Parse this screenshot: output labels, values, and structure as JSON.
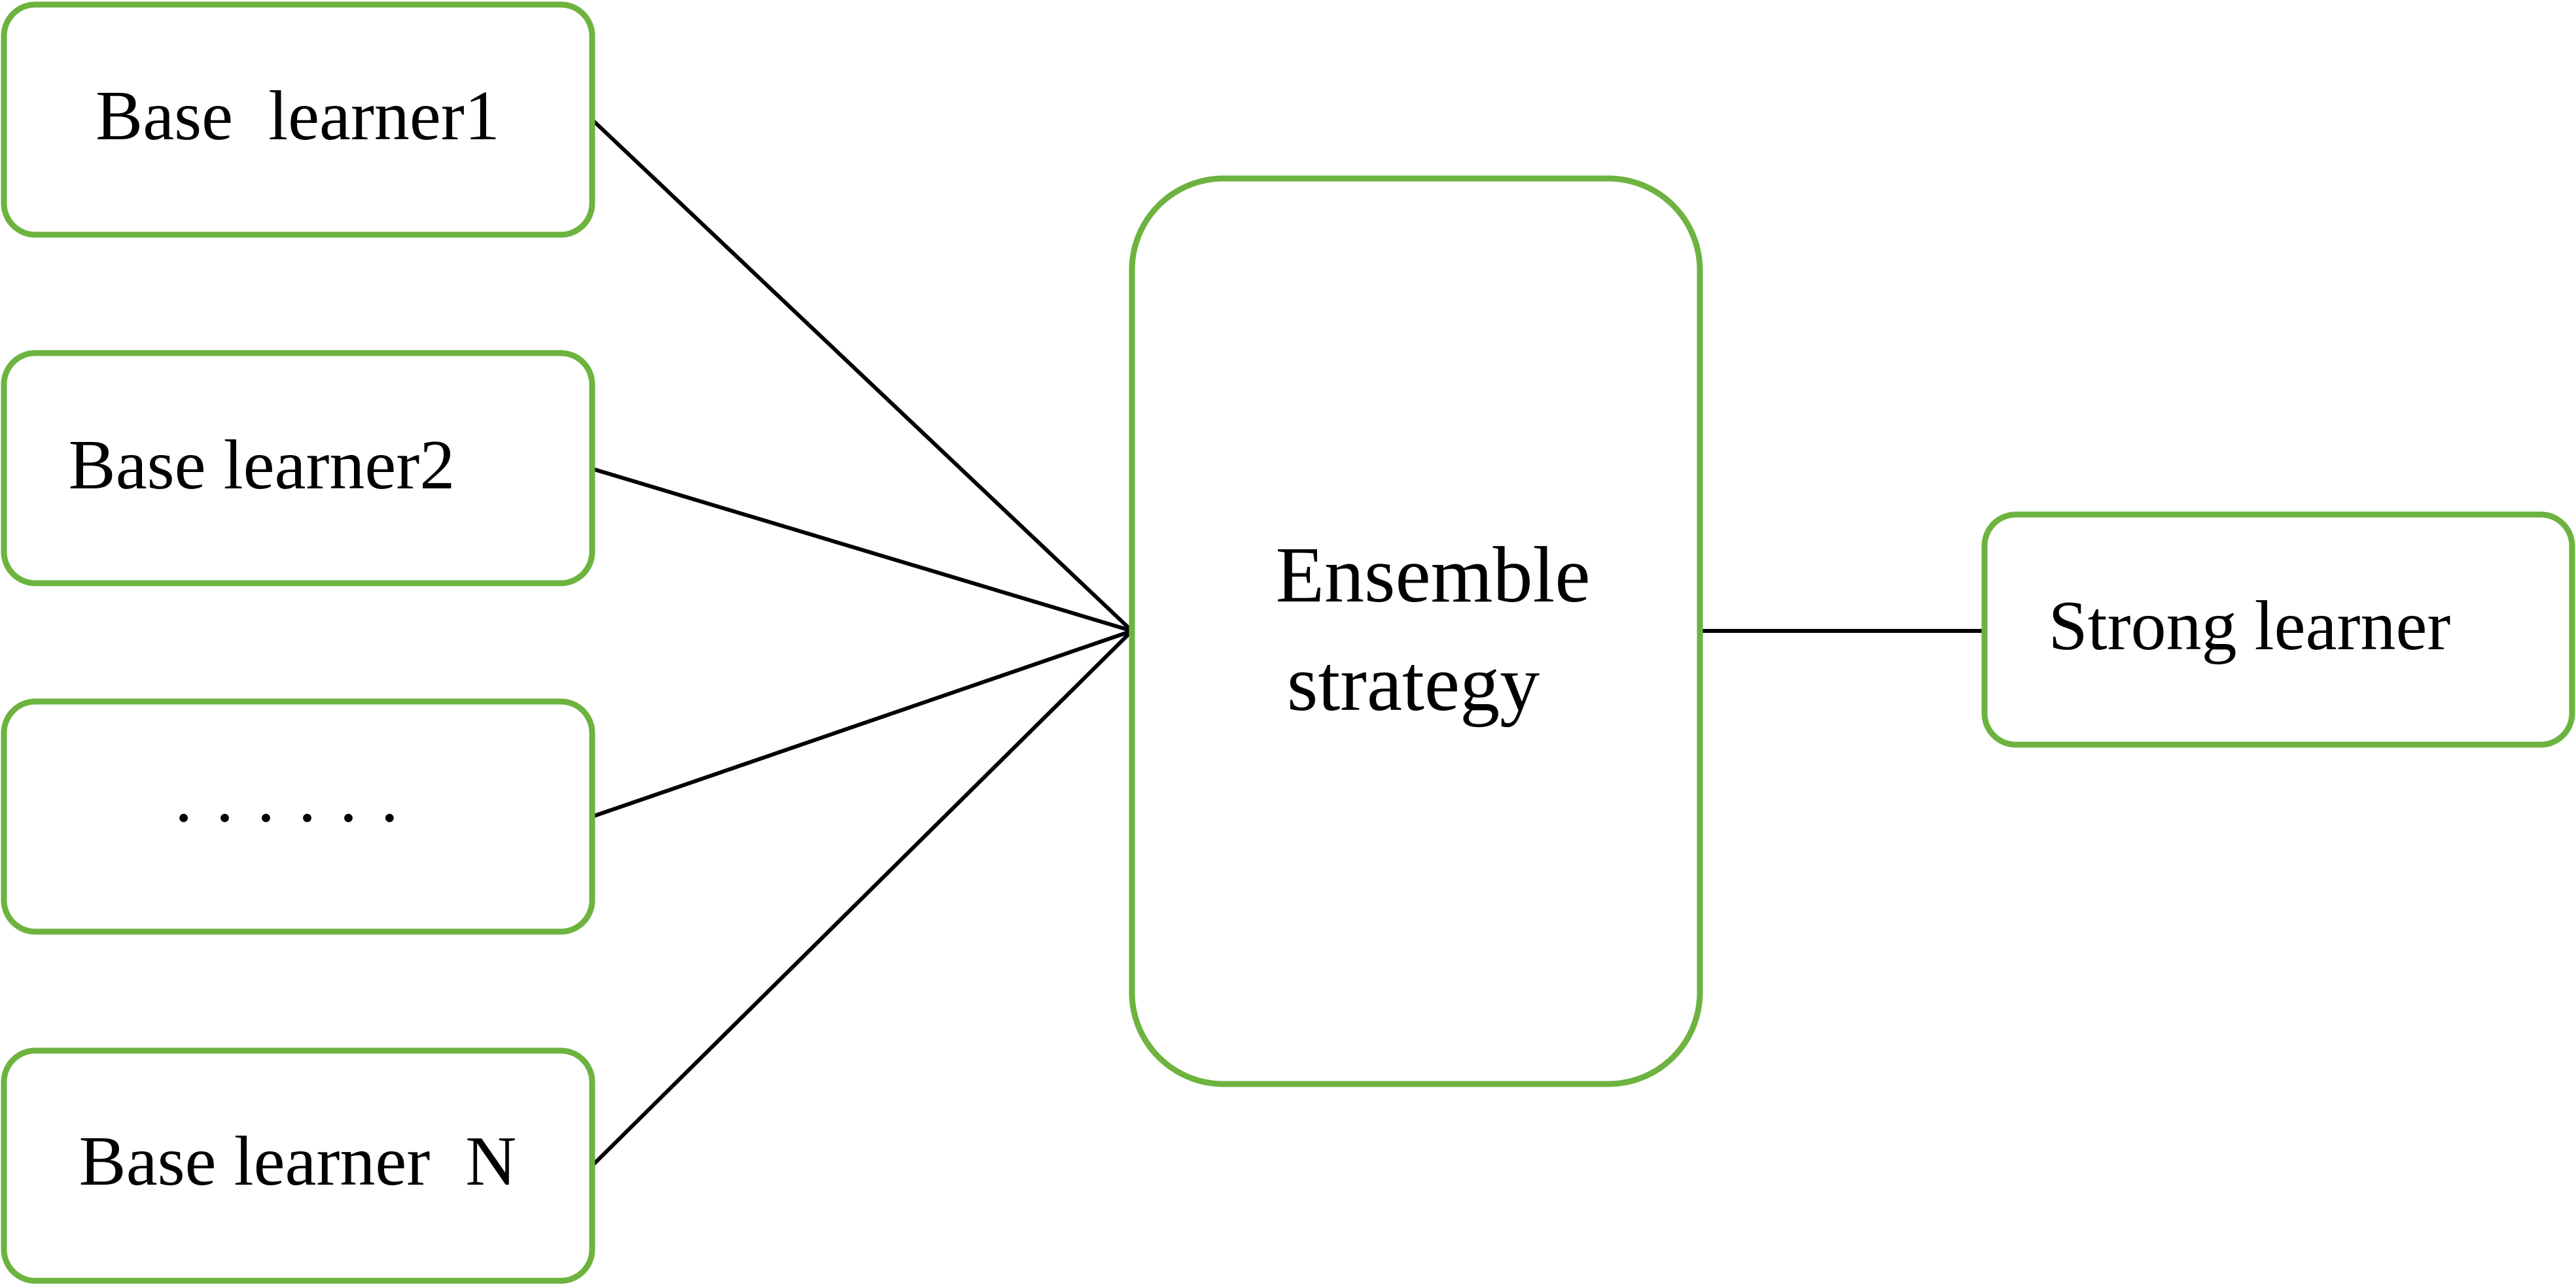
{
  "diagram": {
    "colors": {
      "box_border": "#6db33f",
      "edge": "#000000",
      "text": "#000000",
      "background": "#ffffff"
    },
    "base_learners": [
      {
        "label": "Base  learner1"
      },
      {
        "label": "Base learner2"
      },
      {
        "label": "· · · · · ·"
      },
      {
        "label": "Base learner  N"
      }
    ],
    "ensemble": {
      "line1": "Ensemble",
      "line2": "strategy"
    },
    "output": {
      "label": "Strong learner"
    }
  }
}
